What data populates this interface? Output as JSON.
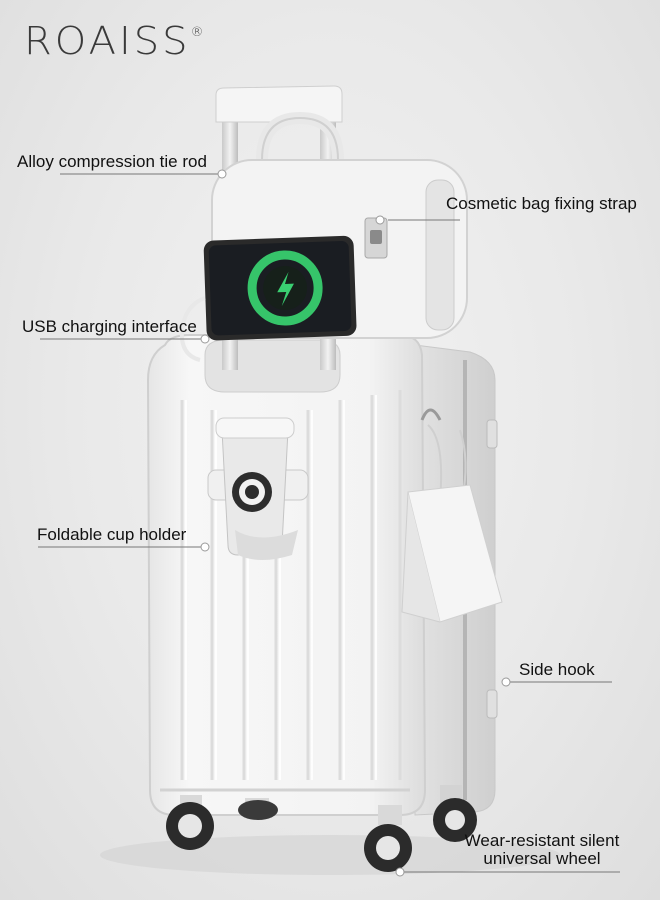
{
  "brand": {
    "name": "ROAISS",
    "mark": "®"
  },
  "callouts": {
    "tie_rod": "Alloy compression tie rod",
    "strap": "Cosmetic bag fixing strap",
    "usb": "USB charging interface",
    "cup_holder": "Foldable cup holder",
    "side_hook": "Side hook",
    "wheel_line1": "Wear-resistant silent",
    "wheel_line2": "universal wheel"
  },
  "colors": {
    "background": "#ebebeb",
    "suitcase_shell": "#f4f4f4",
    "charging_ring": "#35c46a",
    "wheel": "#2b2b2b",
    "text": "#111111"
  }
}
